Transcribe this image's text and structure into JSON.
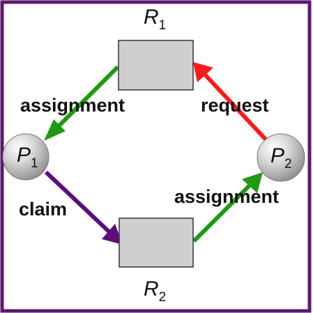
{
  "frame": {
    "border_color": "#5b1a6e",
    "background": "#ffffff"
  },
  "resources": [
    {
      "id": "R1",
      "letter": "R",
      "sub": "1",
      "fill": "#cfcfcf",
      "stroke": "#333333"
    },
    {
      "id": "R2",
      "letter": "R",
      "sub": "2",
      "fill": "#cfcfcf",
      "stroke": "#333333"
    }
  ],
  "processes": [
    {
      "id": "P1",
      "letter": "P",
      "sub": "1",
      "fill": "#d0d0d0"
    },
    {
      "id": "P2",
      "letter": "P",
      "sub": "2",
      "fill": "#d0d0d0"
    }
  ],
  "edges": [
    {
      "id": "assignment-r1-p1",
      "from": "R1",
      "to": "P1",
      "label": "assignment",
      "color": "#1f9a12"
    },
    {
      "id": "request-p2-r1",
      "from": "P2",
      "to": "R1",
      "label": "request",
      "color": "#ff1a1a"
    },
    {
      "id": "claim-p1-r2",
      "from": "P1",
      "to": "R2",
      "label": "claim",
      "color": "#5c0e7a"
    },
    {
      "id": "assignment-r2-p2",
      "from": "R2",
      "to": "P2",
      "label": "assignment",
      "color": "#1f9a12"
    }
  ]
}
